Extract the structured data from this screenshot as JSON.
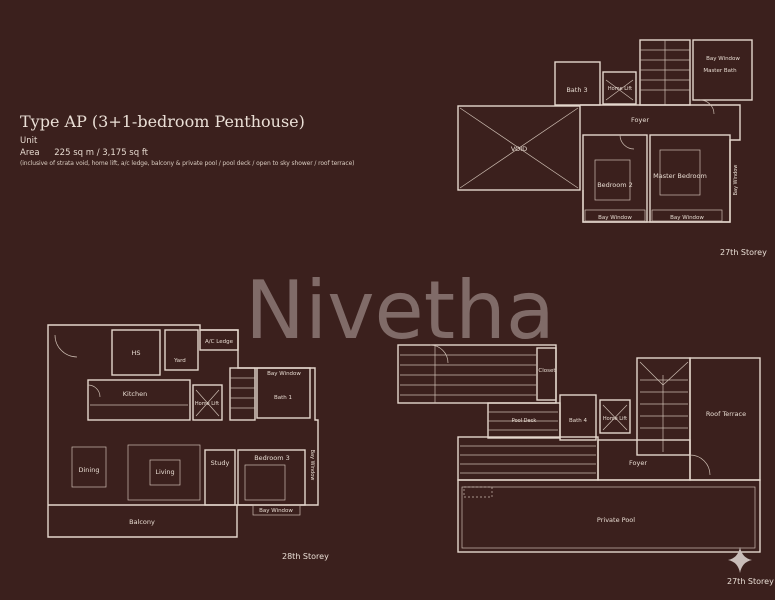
{
  "heading": {
    "title": "Type AP (3+1-bedroom Penthouse)",
    "unit_label": "Unit",
    "area_label": "Area",
    "area_value": "225 sq m / 3,175 sq ft",
    "inclusion_note": "(inclusive of strata void, home lift, a/c ledge, balcony & private pool / pool deck / open to sky shower / roof terrace)"
  },
  "watermark": "Nivetha",
  "plan_27_upper": {
    "storey": "27th Storey",
    "void": "VOID",
    "foyer": "Foyer",
    "bath": "Bath 3",
    "home_lift": "Home Lift",
    "master_bath": "Master Bath",
    "bedroom_2": "Bedroom 2",
    "master_bedroom": "Master Bedroom",
    "bay_window_1": "Bay Window",
    "bay_window_2": "Bay Window",
    "bay_window_3": "Bay Window",
    "bay_window_side": "Bay Window"
  },
  "plan_28": {
    "storey": "28th Storey",
    "hs": "HS",
    "ac_ledge": "A/C Ledge",
    "yard": "Yard",
    "kitchen": "Kitchen",
    "home_lift": "Home Lift",
    "bath_1": "Bath 1",
    "bay_window_top": "Bay Window",
    "dining": "Dining",
    "living": "Living",
    "study": "Study",
    "bedroom_3": "Bedroom 3",
    "bay_window": "Bay Window",
    "bay_window_side": "Bay Window",
    "balcony": "Balcony"
  },
  "plan_27_lower": {
    "storey": "27th Storey",
    "closet": "Closet",
    "pool_deck": "Pool Deck",
    "bath_4": "Bath 4",
    "home_lift": "Home Lift",
    "foyer": "Foyer",
    "roof_terrace": "Roof Terrace",
    "private_pool": "Private Pool"
  },
  "colors": {
    "background": "#3b201d",
    "lines": "#e4d6cc",
    "watermark": "#b9aaa6"
  }
}
